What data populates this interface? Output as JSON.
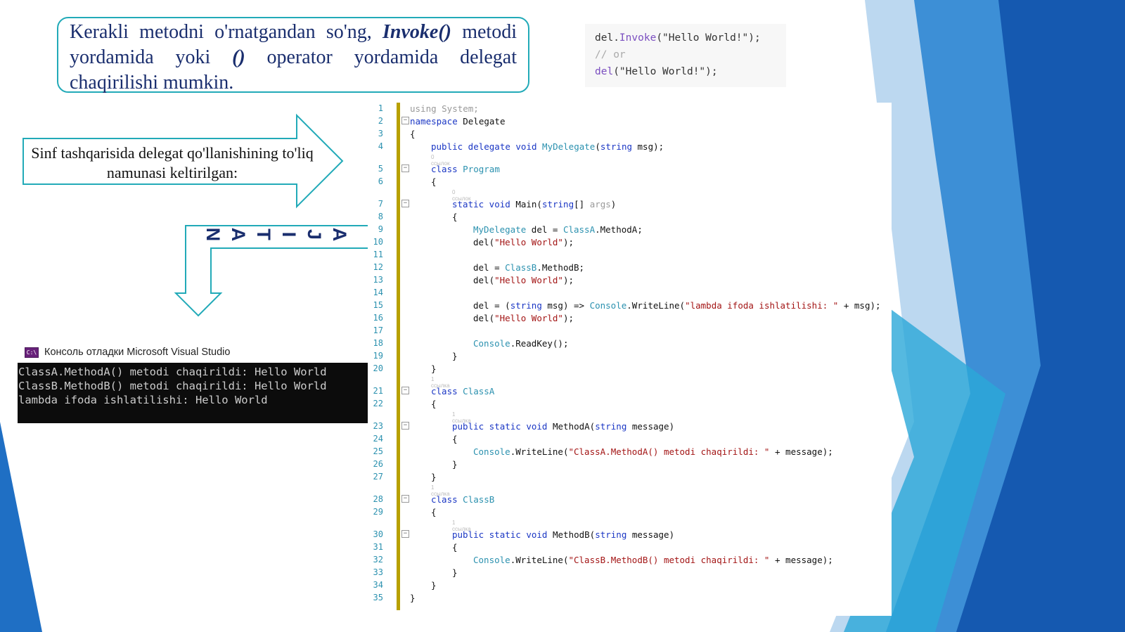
{
  "callout": {
    "part1": "Kerakli metodni o'rnatgandan so'ng, ",
    "invoke": "Invoke()",
    "part2": " metodi yordamida yoki ",
    "op": "()",
    "part3": " operator yordamida delegat chaqirilishi mumkin."
  },
  "snippet": {
    "l1_pre": "del.",
    "l1_fn": "Invoke",
    "l1_post": "(\"Hello World!\");",
    "l2": "// or",
    "l3_fn": "del",
    "l3_post": "(\"Hello World!\");"
  },
  "arrow_text": "Sinf tashqarisida delegat qo'llanishining to'liq namunasi keltirilgan:",
  "natija_letters": [
    "N",
    "A",
    "T",
    "I",
    "J",
    "A"
  ],
  "console": {
    "title": "Консоль отладки Microsoft Visual Studio",
    "icon": "C:\\",
    "lines": [
      "ClassA.MethodA() metodi chaqirildi: Hello World",
      "ClassB.MethodB() metodi chaqirildi: Hello World",
      "lambda ifoda ishlatilishi: Hello World"
    ]
  },
  "code": {
    "line_numbers": [
      "1",
      "2",
      "3",
      "4",
      "5",
      "6",
      "7",
      "8",
      "9",
      "10",
      "11",
      "12",
      "13",
      "14",
      "15",
      "16",
      "17",
      "18",
      "19",
      "20",
      "21",
      "22",
      "23",
      "24",
      "25",
      "26",
      "27",
      "28",
      "29",
      "30",
      "31",
      "32",
      "33",
      "34",
      "35"
    ],
    "l1": "using System;",
    "l2a": "namespace",
    "l2b": " Delegate",
    "l3": "{",
    "l4a": "public delegate void",
    "l4b": " MyDelegate",
    "l4c": "(",
    "l4d": "string",
    "l4e": " msg);",
    "ref5": "0 ссылок",
    "l5a": "class",
    "l5b": " Program",
    "l6": "{",
    "ref7": "0 ссылок",
    "l7a": "static void",
    "l7b": " Main(",
    "l7c": "string",
    "l7d": "[] ",
    "l7e": "args",
    "l7f": ")",
    "l8": "{",
    "l9a": "MyDelegate",
    "l9b": " del = ",
    "l9c": "ClassA",
    "l9d": ".MethodA;",
    "l10a": "del(",
    "l10b": "\"Hello World\"",
    "l10c": ");",
    "l12a": "del = ",
    "l12b": "ClassB",
    "l12c": ".MethodB;",
    "l13a": "del(",
    "l13b": "\"Hello World\"",
    "l13c": ");",
    "l15a": "del = (",
    "l15b": "string",
    "l15c": " msg) => ",
    "l15d": "Console",
    "l15e": ".WriteLine(",
    "l15f": "\"lambda ifoda ishlatilishi: \"",
    "l15g": " + msg);",
    "l16a": "del(",
    "l16b": "\"Hello World\"",
    "l16c": ");",
    "l18a": "Console",
    "l18b": ".ReadKey();",
    "l19": "}",
    "l20": "}",
    "ref21": "1 ссылка",
    "l21a": "class",
    "l21b": " ClassA",
    "l22": "{",
    "ref23": "1 ссылка",
    "l23a": "public static void",
    "l23b": " MethodA(",
    "l23c": "string",
    "l23d": " message)",
    "l24": "{",
    "l25a": "Console",
    "l25b": ".WriteLine(",
    "l25c": "\"ClassA.MethodA() metodi chaqirildi: \"",
    "l25d": " + message);",
    "l26": "}",
    "l27": "}",
    "ref28": "1 ссылка",
    "l28a": "class",
    "l28b": " ClassB",
    "l29": "{",
    "ref30": "1 ссылка",
    "l30a": "public static void",
    "l30b": " MethodB(",
    "l30c": "string",
    "l30d": " message)",
    "l31": "{",
    "l32a": "Console",
    "l32b": ".WriteLine(",
    "l32c": "\"ClassB.MethodB() metodi chaqirildi: \"",
    "l32d": " + message);",
    "l33": "}",
    "l34": "}",
    "l35": "}"
  },
  "colors": {
    "border_accent": "#22aab8",
    "heading_text": "#1a2e6e",
    "slide_blue": "#1f6fc4",
    "keyword": "#1a36c4",
    "type": "#2b91af",
    "string": "#a31515"
  }
}
